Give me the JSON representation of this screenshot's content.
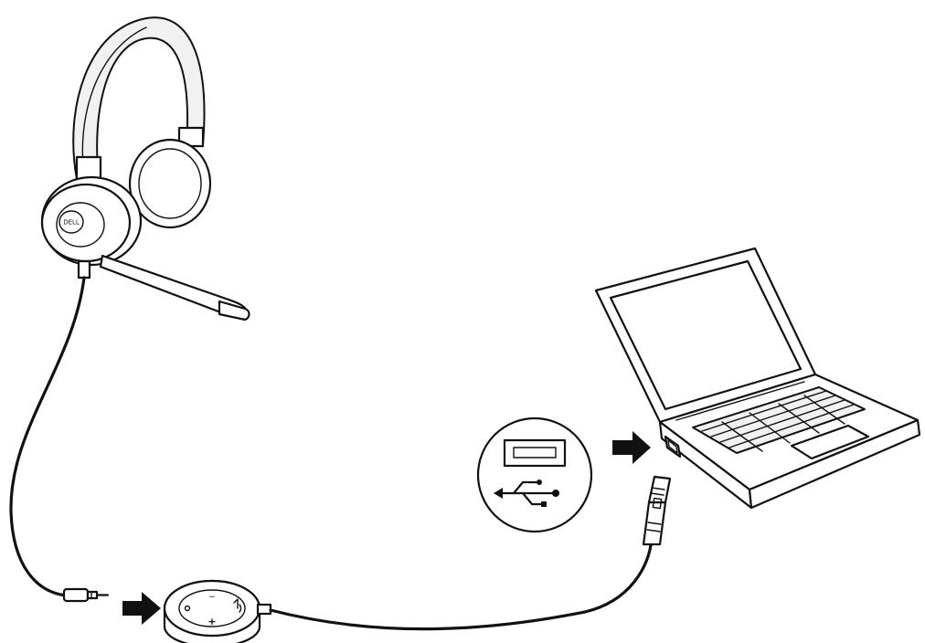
{
  "headset": {
    "logo_text": "DELL"
  },
  "controller": {
    "plus_symbol": "+",
    "minus_symbol": "−"
  },
  "icons": {
    "usb_port_icon": "usb-a-port",
    "usb_symbol_icon": "usb-trident",
    "arrow_icon": "right-arrow"
  },
  "colors": {
    "line": "#111111",
    "background": "#ffffff"
  }
}
